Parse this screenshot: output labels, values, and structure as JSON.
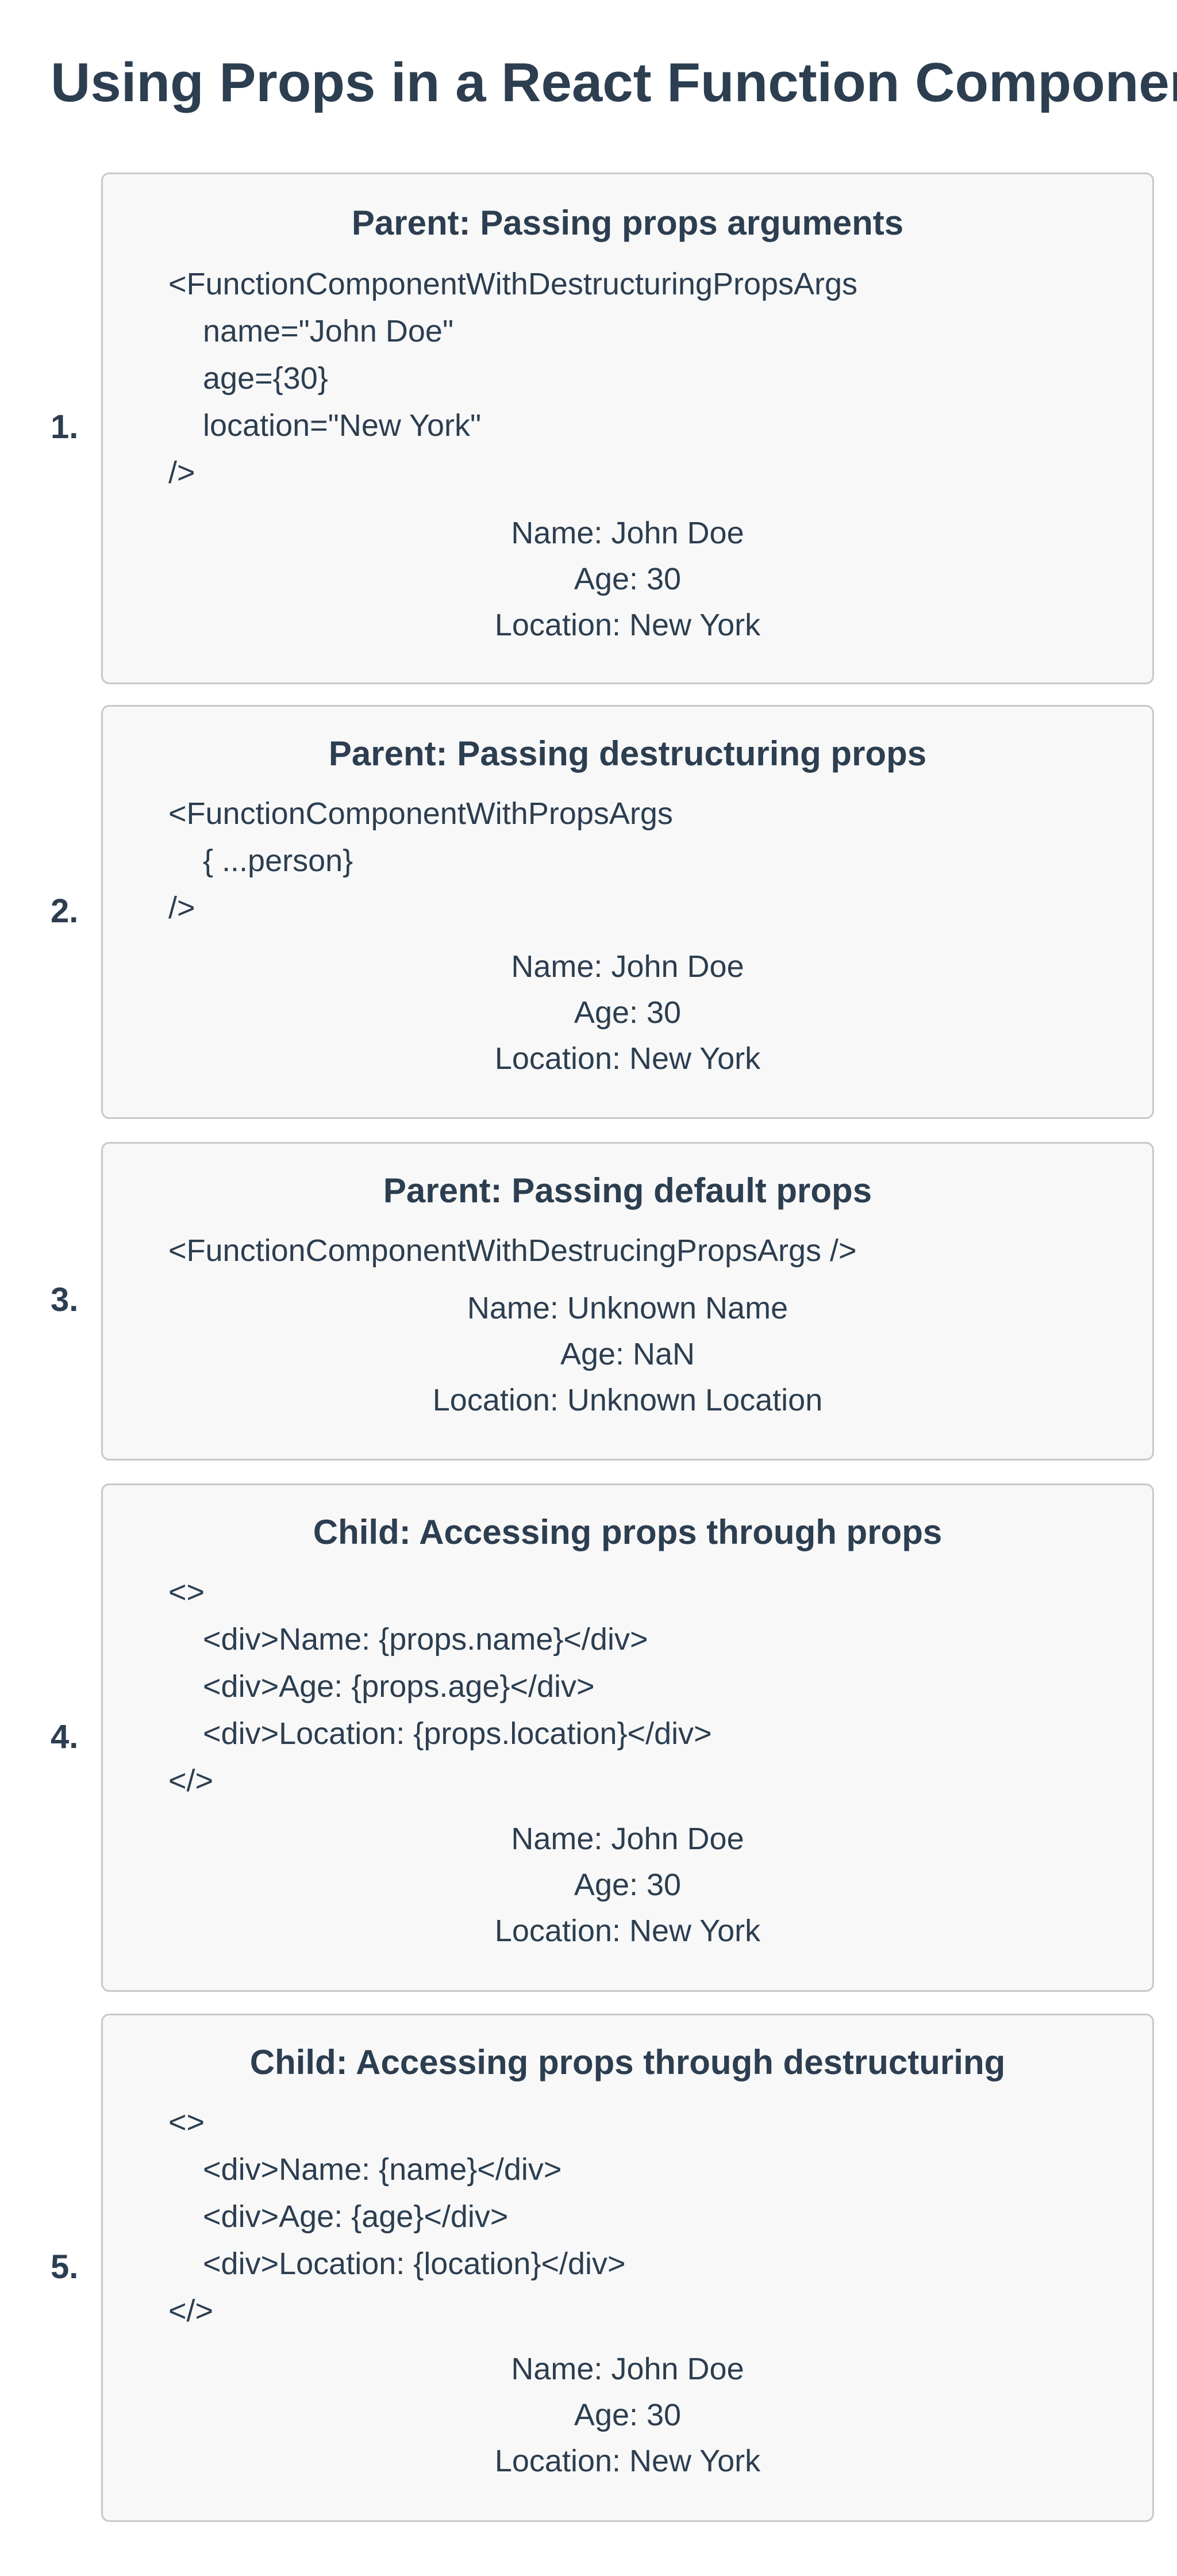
{
  "page": {
    "title": "Using Props in a React Function Component"
  },
  "sections": [
    {
      "number": "1.",
      "title": "Parent: Passing props arguments",
      "code_lines": [
        "<FunctionComponentWithDestructuringPropsArgs",
        "    name=\"John Doe\"",
        "    age={30}",
        "    location=\"New York\"",
        "/>"
      ],
      "output_lines": [
        "Name: John Doe",
        "Age: 30",
        "Location: New York"
      ]
    },
    {
      "number": "2.",
      "title": "Parent: Passing destructuring props",
      "code_lines": [
        "<FunctionComponentWithPropsArgs",
        "    { ...person}",
        "/>"
      ],
      "output_lines": [
        "Name: John Doe",
        "Age: 30",
        "Location: New York"
      ]
    },
    {
      "number": "3.",
      "title": "Parent: Passing default props",
      "code_lines": [
        "<FunctionComponentWithDestrucingPropsArgs />"
      ],
      "output_lines": [
        "Name: Unknown Name",
        "Age: NaN",
        "Location: Unknown Location"
      ]
    },
    {
      "number": "4.",
      "title": "Child: Accessing props through props",
      "code_lines": [
        "<>",
        "    <div>Name: {props.name}</div>",
        "    <div>Age: {props.age}</div>",
        "    <div>Location: {props.location}</div>",
        "</>"
      ],
      "output_lines": [
        "Name: John Doe",
        "Age: 30",
        "Location: New York"
      ]
    },
    {
      "number": "5.",
      "title": "Child: Accessing props through destructuring",
      "code_lines": [
        "<>",
        "    <div>Name: {name}</div>",
        "    <div>Age: {age}</div>",
        "    <div>Location: {location}</div>",
        "</>"
      ],
      "output_lines": [
        "Name: John Doe",
        "Age: 30",
        "Location: New York"
      ]
    }
  ]
}
